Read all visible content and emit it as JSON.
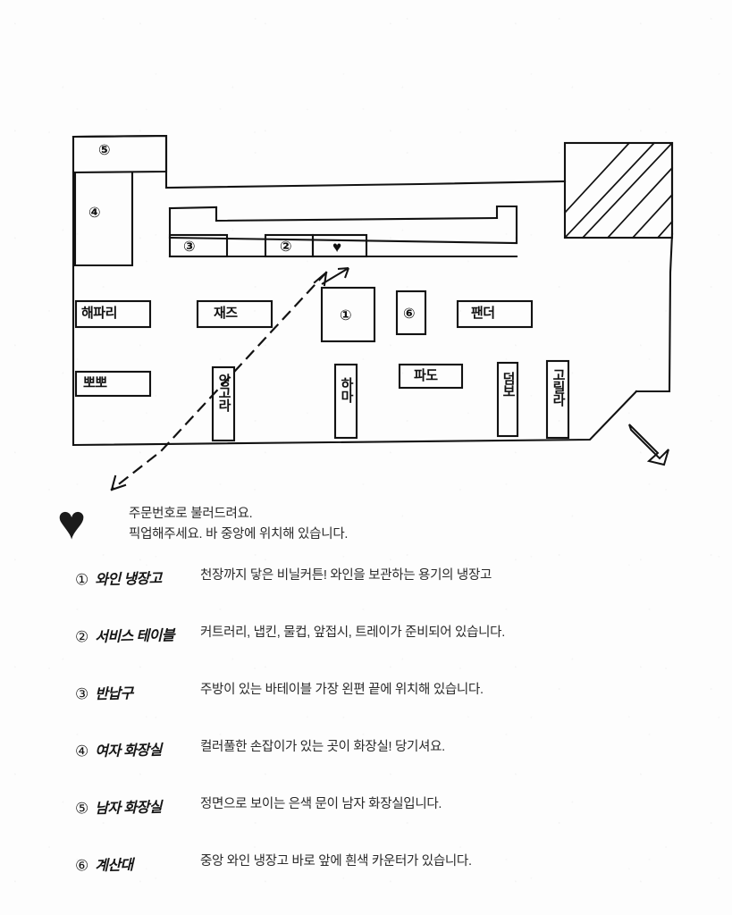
{
  "map": {
    "title": "restaurant-floor-plan",
    "entrance_marker": "entrance-arrow",
    "hatched_area": "kitchen-or-blocked-area",
    "rooms": [
      {
        "id": "room-5",
        "symbol": "⑤",
        "meaning": "남자 화장실"
      },
      {
        "id": "room-4",
        "symbol": "④",
        "meaning": "여자 화장실"
      }
    ],
    "bar_slots": [
      {
        "id": "bar-slot-3",
        "symbol": "③",
        "meaning": "반납구"
      },
      {
        "id": "bar-slot-2",
        "symbol": "②",
        "meaning": "서비스 테이블"
      },
      {
        "id": "bar-slot-heart",
        "symbol": "♥",
        "meaning": "픽업 바 중앙"
      }
    ],
    "fixtures": [
      {
        "id": "fixture-1",
        "symbol": "①",
        "meaning": "와인 냉장고"
      },
      {
        "id": "fixture-6",
        "symbol": "⑥",
        "meaning": "계산대"
      }
    ],
    "tables": [
      {
        "name": "해파리",
        "orient": "horizontal"
      },
      {
        "name": "재즈",
        "orient": "horizontal"
      },
      {
        "name": "팬더",
        "orient": "horizontal"
      },
      {
        "name": "뽀뽀",
        "orient": "horizontal"
      },
      {
        "name": "파도",
        "orient": "horizontal"
      },
      {
        "name": "앙고라",
        "orient": "vertical"
      },
      {
        "name": "하마",
        "orient": "vertical"
      },
      {
        "name": "덤보",
        "orient": "vertical"
      },
      {
        "name": "고릴라",
        "orient": "vertical"
      }
    ]
  },
  "heart_note": {
    "symbol": "♥",
    "line1": "주문번호로 불러드려요.",
    "line2": "픽업해주세요. 바 중앙에 위치해 있습니다."
  },
  "legend": [
    {
      "num": "①",
      "term": "와인 냉장고",
      "desc": "천장까지 닿은 비닐커튼! 와인을 보관하는 용기의 냉장고"
    },
    {
      "num": "②",
      "term": "서비스 테이블",
      "desc": "커트러리, 냅킨, 물컵, 앞접시, 트레이가 준비되어 있습니다."
    },
    {
      "num": "③",
      "term": "반납구",
      "desc": "주방이 있는 바테이블 가장 왼편 끝에 위치해 있습니다."
    },
    {
      "num": "④",
      "term": "여자 화장실",
      "desc": "컬러풀한 손잡이가 있는 곳이 화장실! 당기셔요."
    },
    {
      "num": "⑤",
      "term": "남자 화장실",
      "desc": "정면으로 보이는 은색 문이 남자 화장실입니다."
    },
    {
      "num": "⑥",
      "term": "계산대",
      "desc": "중앙 와인 냉장고 바로 앞에 흰색 카운터가 있습니다."
    }
  ],
  "colors": {
    "ink": "#111111",
    "body_text": "#2a2a2a",
    "paper": "#fdfdfd"
  }
}
